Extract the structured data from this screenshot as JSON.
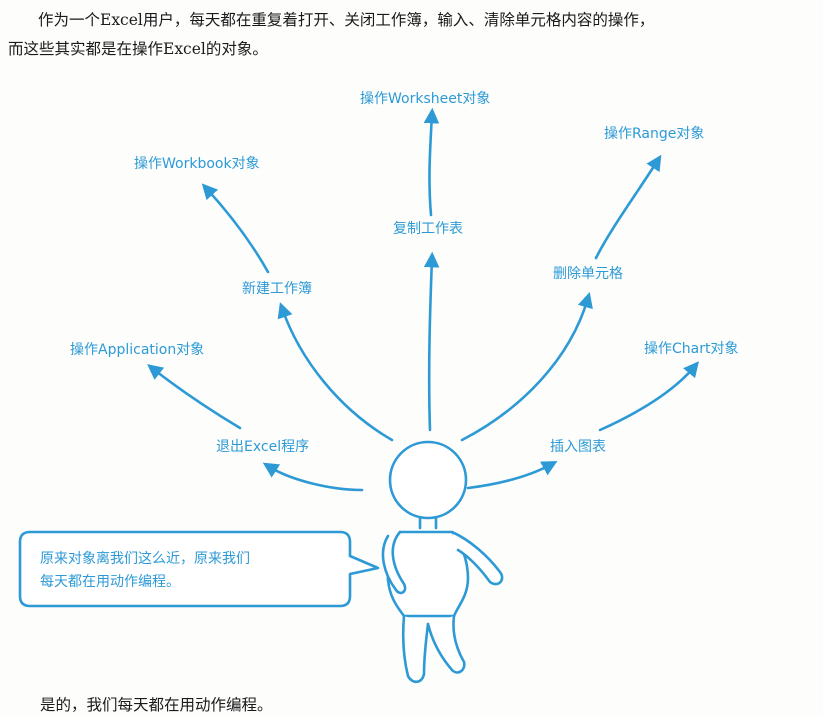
{
  "intro": {
    "line1": "作为一个Excel用户，每天都在重复着打开、关闭工作簿，输入、清除单元格内容的操作，",
    "line2": "而这些其实都是在操作Excel的对象。"
  },
  "diagram": {
    "accent_color": "#2d9ad6",
    "labels": {
      "worksheet_object": "操作Worksheet对象",
      "copy_sheet": "复制工作表",
      "workbook_object": "操作Workbook对象",
      "new_workbook": "新建工作簿",
      "range_object": "操作Range对象",
      "delete_cell": "删除单元格",
      "application_object": "操作Application对象",
      "quit_excel": "退出Excel程序",
      "chart_object": "操作Chart对象",
      "insert_chart": "插入图表"
    },
    "speech_bubble": {
      "line1": "原来对象离我们这么近，原来我们",
      "line2": "每天都在用动作编程。"
    }
  },
  "footer": {
    "text": "是的，我们每天都在用动作编程。"
  }
}
